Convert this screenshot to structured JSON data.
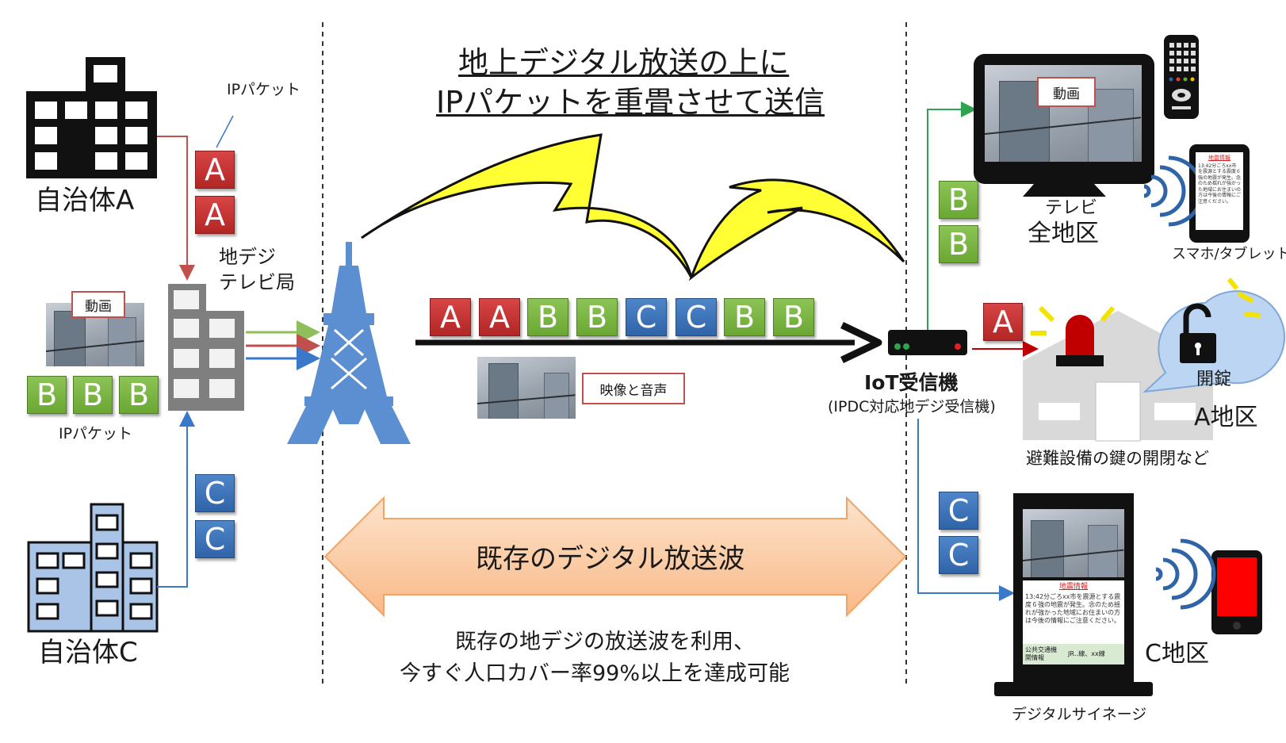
{
  "title": {
    "line1": "地上デジタル放送の上に",
    "line2": "IPパケットを重畳させて送信"
  },
  "left": {
    "municipality_a": "自治体A",
    "municipality_c": "自治体C",
    "ip_packet_top": "IPパケット",
    "ip_packet_bottom": "IPパケット",
    "station": {
      "line1": "地デジ",
      "line2": "テレビ局"
    },
    "video_tag": "動画"
  },
  "center": {
    "av_tag": "映像と音声",
    "stream": [
      "A",
      "A",
      "B",
      "B",
      "C",
      "C",
      "B",
      "B"
    ],
    "existing_wave": "既存のデジタル放送波",
    "note_line1": "既存の地デジの放送波を利用、",
    "note_line2": "今すぐ人口カバー率99%以上を達成可能"
  },
  "receiver": {
    "name": "IoT受信機",
    "sub": "(IPDC対応地デジ受信機)"
  },
  "right": {
    "tv_video_tag": "動画",
    "tv_label": "テレビ",
    "all_districts": "全地区",
    "smartphone_label": "スマホ/タブレット",
    "unlock_label": "開錠",
    "district_a": "A地区",
    "shelter_label": "避難設備の鍵の開閉など",
    "district_c": "C地区",
    "signage_label": "デジタルサイネージ",
    "alert_title": "地震情報",
    "alert_phone": "13:42分ごろxx市を震源とする震度６強の地震が発生。念のため揺れが強かった地域にお住まいの方は今後の情報にご注意ください。",
    "alert_signage": "13:42分ごろxx市を震源とする震度６強の地震が発生。念のため揺れが強かった地域にお住まいの方は今後の情報にご注意ください。",
    "transit_label": "公共交通機関情報",
    "transit_value": "JR‥線、xx線"
  },
  "packets": {
    "a": "A",
    "b": "B",
    "c": "C"
  },
  "colors": {
    "red_packet": "#c0392b",
    "green_packet": "#70ad47",
    "blue_packet": "#2e6bb5",
    "tower": "#5b8fd1",
    "lightning": "#ffff33",
    "wave_arrow": "#fbc9a0"
  }
}
